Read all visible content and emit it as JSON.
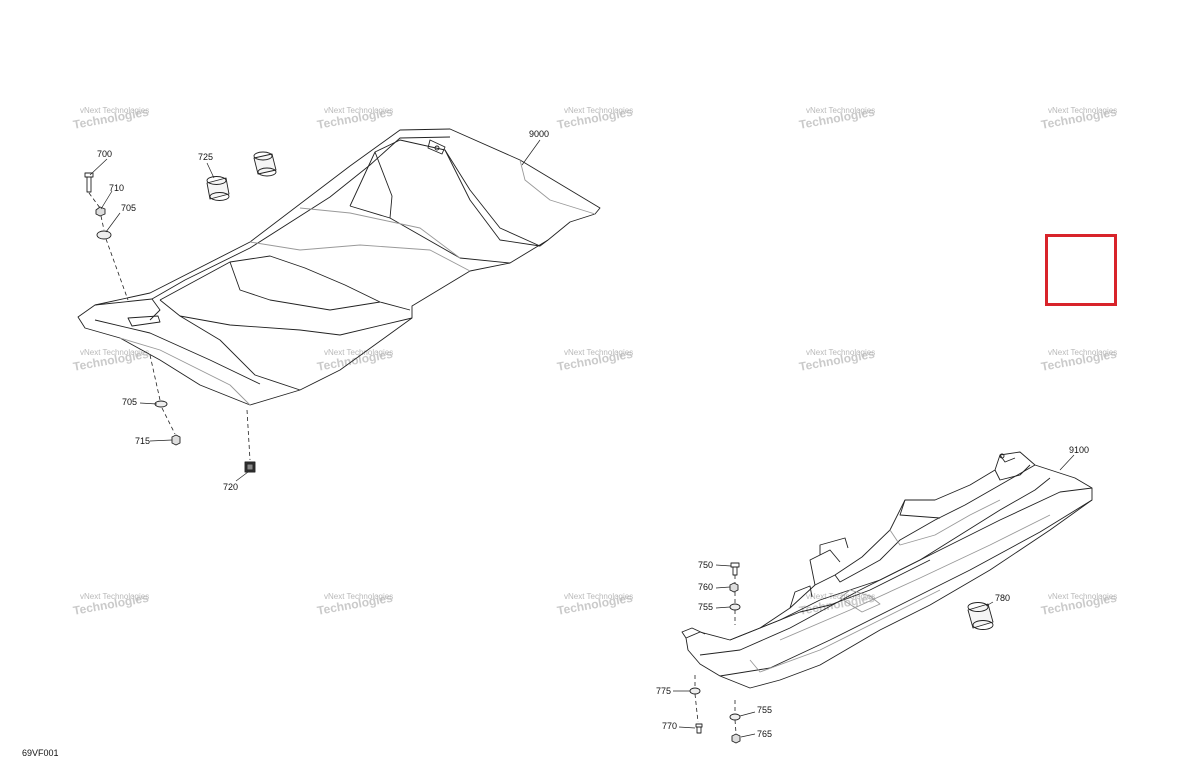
{
  "diagram_code": "69VF001",
  "watermark": {
    "line1": "vNext Technologies",
    "line2": "Technologies"
  },
  "callouts": {
    "c9000": "9000",
    "c9100": "9100",
    "c700": "700",
    "c710": "710",
    "c705a": "705",
    "c705b": "705",
    "c715": "715",
    "c720": "720",
    "c725": "725",
    "c750": "750",
    "c760": "760",
    "c755a": "755",
    "c755b": "755",
    "c775": "775",
    "c770": "770",
    "c765": "765",
    "c780": "780"
  },
  "highlight_color": "#d8232a",
  "line_color": "#222222"
}
